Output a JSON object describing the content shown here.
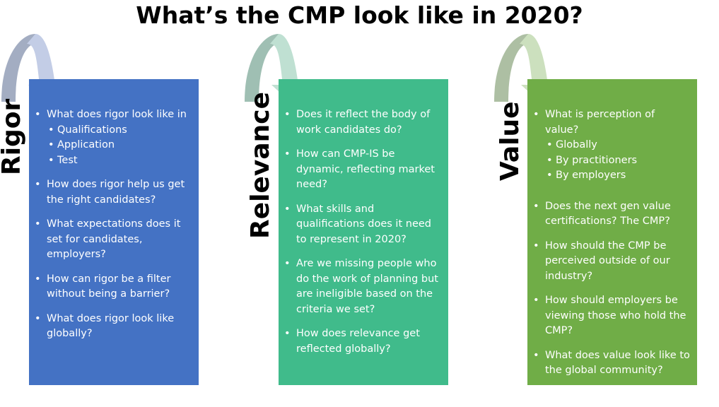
{
  "title": "What’s the CMP look like in 2020?",
  "columns": [
    {
      "label": "Rigor",
      "items": [
        {
          "text": "What does rigor look like in",
          "sub": [
            "Qualifications",
            "Application",
            "Test"
          ]
        },
        {
          "text": "How does rigor help us get the right candidates?"
        },
        {
          "text": "What expectations does it set for candidates, employers?"
        },
        {
          "text": "How can rigor be a filter without being a barrier?"
        },
        {
          "text": "What does rigor look  like globally?"
        }
      ]
    },
    {
      "label": "Relevance",
      "items": [
        {
          "text": "Does it reflect the body of work candidates do?"
        },
        {
          "text": "How can CMP-IS be dynamic, reflecting market need?"
        },
        {
          "text": "What skills and qualifications does it need to represent in 2020?"
        },
        {
          "text": "Are we missing people who do the work of planning but are ineligible based on the criteria we set?"
        },
        {
          "text": "How does relevance get reflected globally?"
        }
      ]
    },
    {
      "label": "Value",
      "items": [
        {
          "text": "What is perception of value?",
          "sub": [
            "Globally",
            "By practitioners",
            "By employers"
          ]
        },
        {
          "text": "Does the next gen value certifications? The CMP?"
        },
        {
          "text": "How should the CMP be perceived outside of our industry?"
        },
        {
          "text": "How should employers be viewing those who hold the CMP?"
        },
        {
          "text": "What does value look like to the global community?"
        }
      ]
    }
  ],
  "colors": {
    "rigor_panel": "#4472c4",
    "relevance_panel": "#40bb8b",
    "value_panel": "#70ad47",
    "rigor_arrow_dark": "#a3adc2",
    "rigor_arrow_light": "#c3cde6",
    "relevance_arrow_dark": "#9fbfb3",
    "relevance_arrow_light": "#bfe0d2",
    "value_arrow_dark": "#adbfa3",
    "value_arrow_light": "#cce0be"
  }
}
